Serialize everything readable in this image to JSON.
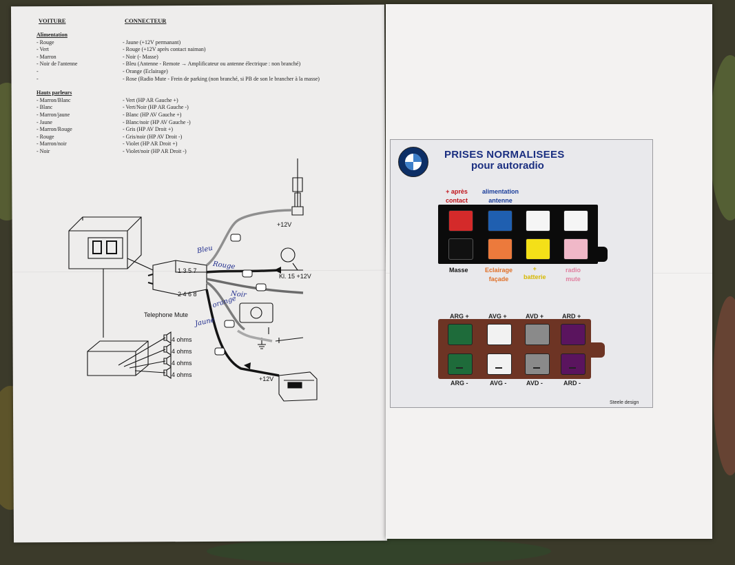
{
  "left_sheet": {
    "col_voiture": "VOITURE",
    "col_connecteur": "CONNECTEUR",
    "sections": [
      {
        "title": "Alimentation",
        "rows": [
          {
            "car": "- Rouge",
            "connector": "- Jaune (+12V permanant)"
          },
          {
            "car": "- Vert",
            "connector": "- Rouge (+12V après contact naiman)"
          },
          {
            "car": "- Marron",
            "connector": "- Noir (- Masse)"
          },
          {
            "car": "- Noir de l'antenne",
            "connector": "- Bleu (Antenne - Remote → Amplificateur ou antenne électrique : non branché)"
          },
          {
            "car": "-",
            "connector": "- Orange (Eclairage)"
          },
          {
            "car": "-",
            "connector": "- Rose (Radio Mute - Frein de parking (non branché, si PB de son le brancher à la masse)"
          }
        ]
      },
      {
        "title": "Hauts parleurs",
        "rows": [
          {
            "car": "- Marron/Blanc",
            "connector": "- Vert (HP AR Gauche +)"
          },
          {
            "car": "- Blanc",
            "connector": "- Vert/Noir (HP AR Gauche -)"
          },
          {
            "car": "- Marron/jaune",
            "connector": "- Blanc (HP AV Gauche +)"
          },
          {
            "car": "- Jaune",
            "connector": "- Blanc/noir (HP AV Gauche -)"
          },
          {
            "car": "- Marron/Rouge",
            "connector": "- Gris (HP AV Droit +)"
          },
          {
            "car": "- Rouge",
            "connector": "- Gris/noir (HP AV Droit -)"
          },
          {
            "car": "- Marron/noir",
            "connector": "- Violet (HP AR Droit +)"
          },
          {
            "car": "- Noir",
            "connector": "- Violet/noir (HP AR Droit -)"
          }
        ]
      }
    ],
    "diagram": {
      "pins_top": "1 3 5 7",
      "pins_bottom": "2 4 6 8",
      "telephone_mute": "Telephone Mute",
      "plus12v_antenna": "+12V",
      "kl15": "Kl. 15 +12V",
      "plus12v_battery": "+12V",
      "speakers": [
        "4 ohms",
        "4 ohms",
        "4 ohms",
        "4 ohms"
      ],
      "handwritten": [
        "Bleu",
        "Rouge",
        "Noir",
        "orange",
        "Jaune"
      ]
    }
  },
  "right_sheet": {
    "title_line1": "PRISES NORMALISEES",
    "title_line2": "pour autoradio",
    "power_connector": {
      "top_labels": [
        {
          "lines": [
            "+ après",
            "contact"
          ],
          "color": "#c0141b"
        },
        {
          "lines": [
            "alimentation",
            "antenne"
          ],
          "color": "#1a3d9a"
        }
      ],
      "top_pins": [
        "#d42a2a",
        "#1f5fb0",
        "#f5f5f5",
        "#f5f5f5"
      ],
      "bottom_pins": [
        "#111111",
        "#ec7a3c",
        "#f4e018",
        "#f0b8c8"
      ],
      "bottom_labels": [
        {
          "lines": [
            "Masse"
          ],
          "color": "#111111"
        },
        {
          "lines": [
            "Eclairage",
            "façade"
          ],
          "color": "#e07028"
        },
        {
          "lines": [
            "+",
            "batterie"
          ],
          "color": "#d6b800"
        },
        {
          "lines": [
            "radio",
            "mute"
          ],
          "color": "#e080a0"
        }
      ]
    },
    "speaker_connector": {
      "top_labels": [
        "ARG +",
        "AVG +",
        "AVD +",
        "ARD +"
      ],
      "top_pins": [
        "#1e6b3a",
        "#f2f2f2",
        "#8a8a8a",
        "#5a145e"
      ],
      "bottom_pins": [
        "#1e6b3a",
        "#f2f2f2",
        "#8a8a8a",
        "#5a145e"
      ],
      "bottom_labels": [
        "ARG -",
        "AVG -",
        "AVD -",
        "ARD -"
      ]
    },
    "footer": "Steele design"
  }
}
